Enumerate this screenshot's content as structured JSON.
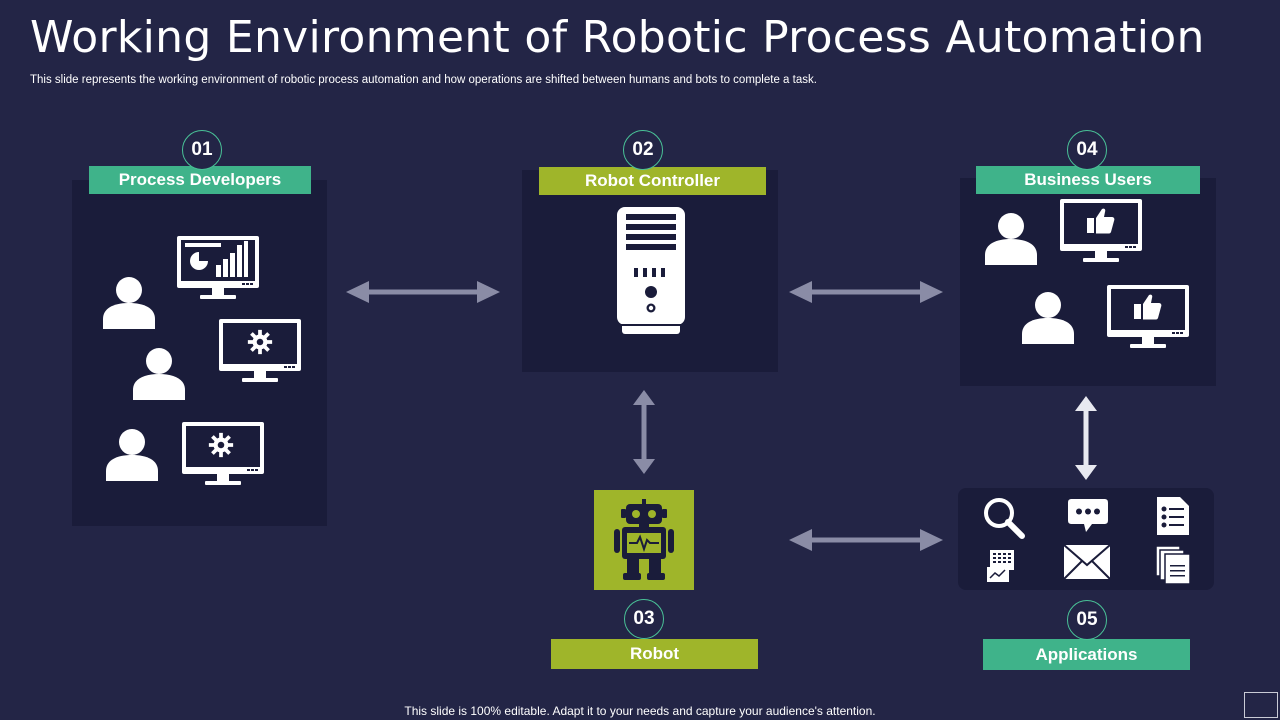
{
  "slide": {
    "title": "Working Environment of Robotic Process Automation",
    "subtitle": "This slide represents the working environment of robotic process automation and how operations are shifted between humans and bots to complete a task.",
    "footer": "This slide is 100% editable. Adapt it to your needs and capture your audience's attention."
  },
  "colors": {
    "background": "#232546",
    "panel": "#1a1c3a",
    "teal": "#3fb38a",
    "lime": "#9fb52a",
    "arrow": "#8a8ca6"
  },
  "nodes": {
    "process_developers": {
      "number": "01",
      "label": "Process Developers"
    },
    "robot_controller": {
      "number": "02",
      "label": "Robot Controller"
    },
    "robot": {
      "number": "03",
      "label": "Robot"
    },
    "business_users": {
      "number": "04",
      "label": "Business Users"
    },
    "applications": {
      "number": "05",
      "label": "Applications"
    }
  },
  "icons": {
    "process_developers": [
      "user-icon",
      "chart-monitor-icon",
      "gear-monitor-icon"
    ],
    "robot_controller": [
      "server-tower-icon"
    ],
    "robot": [
      "robot-icon"
    ],
    "business_users": [
      "user-icon",
      "thumbs-up-monitor-icon"
    ],
    "applications": [
      "search-icon",
      "chat-icon",
      "document-list-icon",
      "calculator-icon",
      "mail-icon",
      "documents-icon"
    ]
  },
  "connections": [
    {
      "from": "process_developers",
      "to": "robot_controller",
      "type": "bidirectional"
    },
    {
      "from": "robot_controller",
      "to": "business_users",
      "type": "bidirectional"
    },
    {
      "from": "robot_controller",
      "to": "robot",
      "type": "bidirectional"
    },
    {
      "from": "business_users",
      "to": "applications",
      "type": "bidirectional"
    },
    {
      "from": "robot",
      "to": "applications",
      "type": "bidirectional"
    }
  ]
}
